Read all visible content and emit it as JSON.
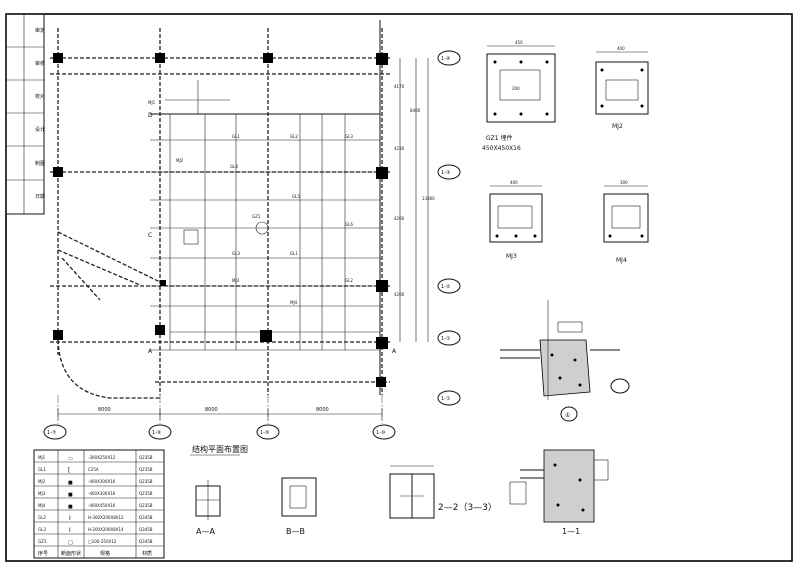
{
  "plan_title": "结构平面布置图",
  "title_block": [
    "审定",
    "审核",
    "校对",
    "设计",
    "制图",
    "日期"
  ],
  "axes_bottom": [
    "1-⑦",
    "1-⑧",
    "1-⑨",
    "1-⑩"
  ],
  "axes_right": [
    "1-①",
    "1-①",
    "1-②",
    "1-③",
    "1-④"
  ],
  "dims_bottom": [
    "8000",
    "8000",
    "8000"
  ],
  "dims_right": [
    "4170",
    "4230",
    "4200",
    "4200",
    "13800",
    "8400"
  ],
  "beam_labels": [
    "GL1",
    "GL2",
    "GL3",
    "GL4",
    "GL5",
    "GL6",
    "GZ1",
    "MJ1",
    "MJ2",
    "MJ3",
    "MJ4"
  ],
  "details": {
    "gz1_title": "GZ1 埋件",
    "gz1_sub": "450X450X16",
    "mj2": "MJ2",
    "mj3": "MJ3",
    "mj4": "MJ4",
    "sec_aa": "A—A",
    "sec_bb": "B—B",
    "sec_22": "2—2（3—3）",
    "sec_11": "1—1",
    "node_1": "①",
    "dim_400": "400",
    "dim_450": "450",
    "dim_300": "300",
    "dim_200": "200"
  },
  "legend": {
    "headers": [
      "序号",
      "断面形状",
      "规格",
      "材质"
    ],
    "rows": [
      {
        "no": "MJ1",
        "shape": "▭",
        "spec": "-300X250X12",
        "mat": "Q235B"
      },
      {
        "no": "GL1",
        "shape": "[",
        "spec": "C25A",
        "mat": "Q235B"
      },
      {
        "no": "MJ2",
        "shape": "■",
        "spec": "-400X300X16",
        "mat": "Q235B"
      },
      {
        "no": "MJ3",
        "shape": "■",
        "spec": "-400X300X16",
        "mat": "Q235B"
      },
      {
        "no": "MJ4",
        "shape": "■",
        "spec": "-400X450X16",
        "mat": "Q235B"
      },
      {
        "no": "GL2",
        "shape": "I",
        "spec": "H-300X200X8X12",
        "mat": "Q345B"
      },
      {
        "no": "GL3",
        "shape": "I",
        "spec": "H-200X200X8X14",
        "mat": "Q345B"
      },
      {
        "no": "GZ1",
        "shape": "□",
        "spec": "□100-250X12",
        "mat": "Q345B"
      }
    ]
  }
}
